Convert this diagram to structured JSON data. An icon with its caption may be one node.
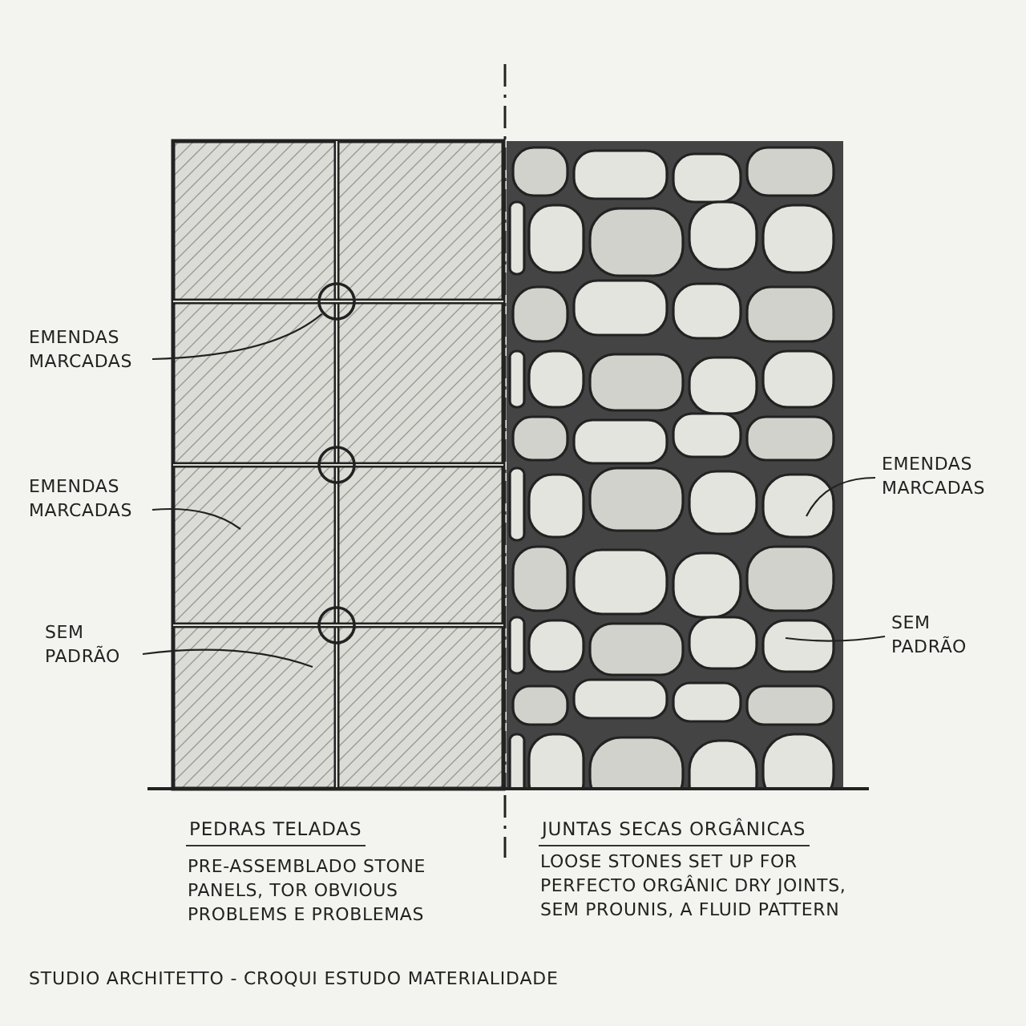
{
  "diagram": {
    "caption": "STUDIO ARCHITETTO - CROQUI ESTUDO MATERIALIDADE",
    "nodes": [
      {
        "text": [
          "EMENDAS MARCADAS"
        ]
      },
      {
        "text": [
          "EMENDAS MARCADAS"
        ]
      },
      {
        "text": [
          "SEM PADRÃO"
        ]
      },
      {
        "text": [
          "EMENDAS MARCADAS"
        ]
      },
      {
        "text": [
          "SEM PADRÃO"
        ]
      },
      {
        "text": [],
        "shape": "circle"
      },
      {
        "text": [],
        "shape": "circle"
      },
      {
        "text": [],
        "shape": "circle"
      }
    ],
    "edges": [
      {
        "from": 0,
        "to": 5,
        "arrow": "none"
      },
      {
        "from": 1,
        "to": null,
        "arrow": "none"
      },
      {
        "from": 2,
        "to": null,
        "arrow": "none"
      },
      {
        "from": 3,
        "to": null,
        "arrow": "none"
      },
      {
        "from": 4,
        "to": null,
        "arrow": "none"
      }
    ],
    "labels": [
      "PEDRAS TELADAS",
      "JUNTAS SECAS ORGÂNICAS",
      "PRE-ASSEMBLADO STONE PANELS, TOR OBVIOUS PROBLEMS E PROBLEMAS",
      "LOOSE STONES SET UP FOR PERFECTO ORGÂNIC DRY JOINTS, SEM PROUNIS, A FLUID PATTERN"
    ]
  }
}
